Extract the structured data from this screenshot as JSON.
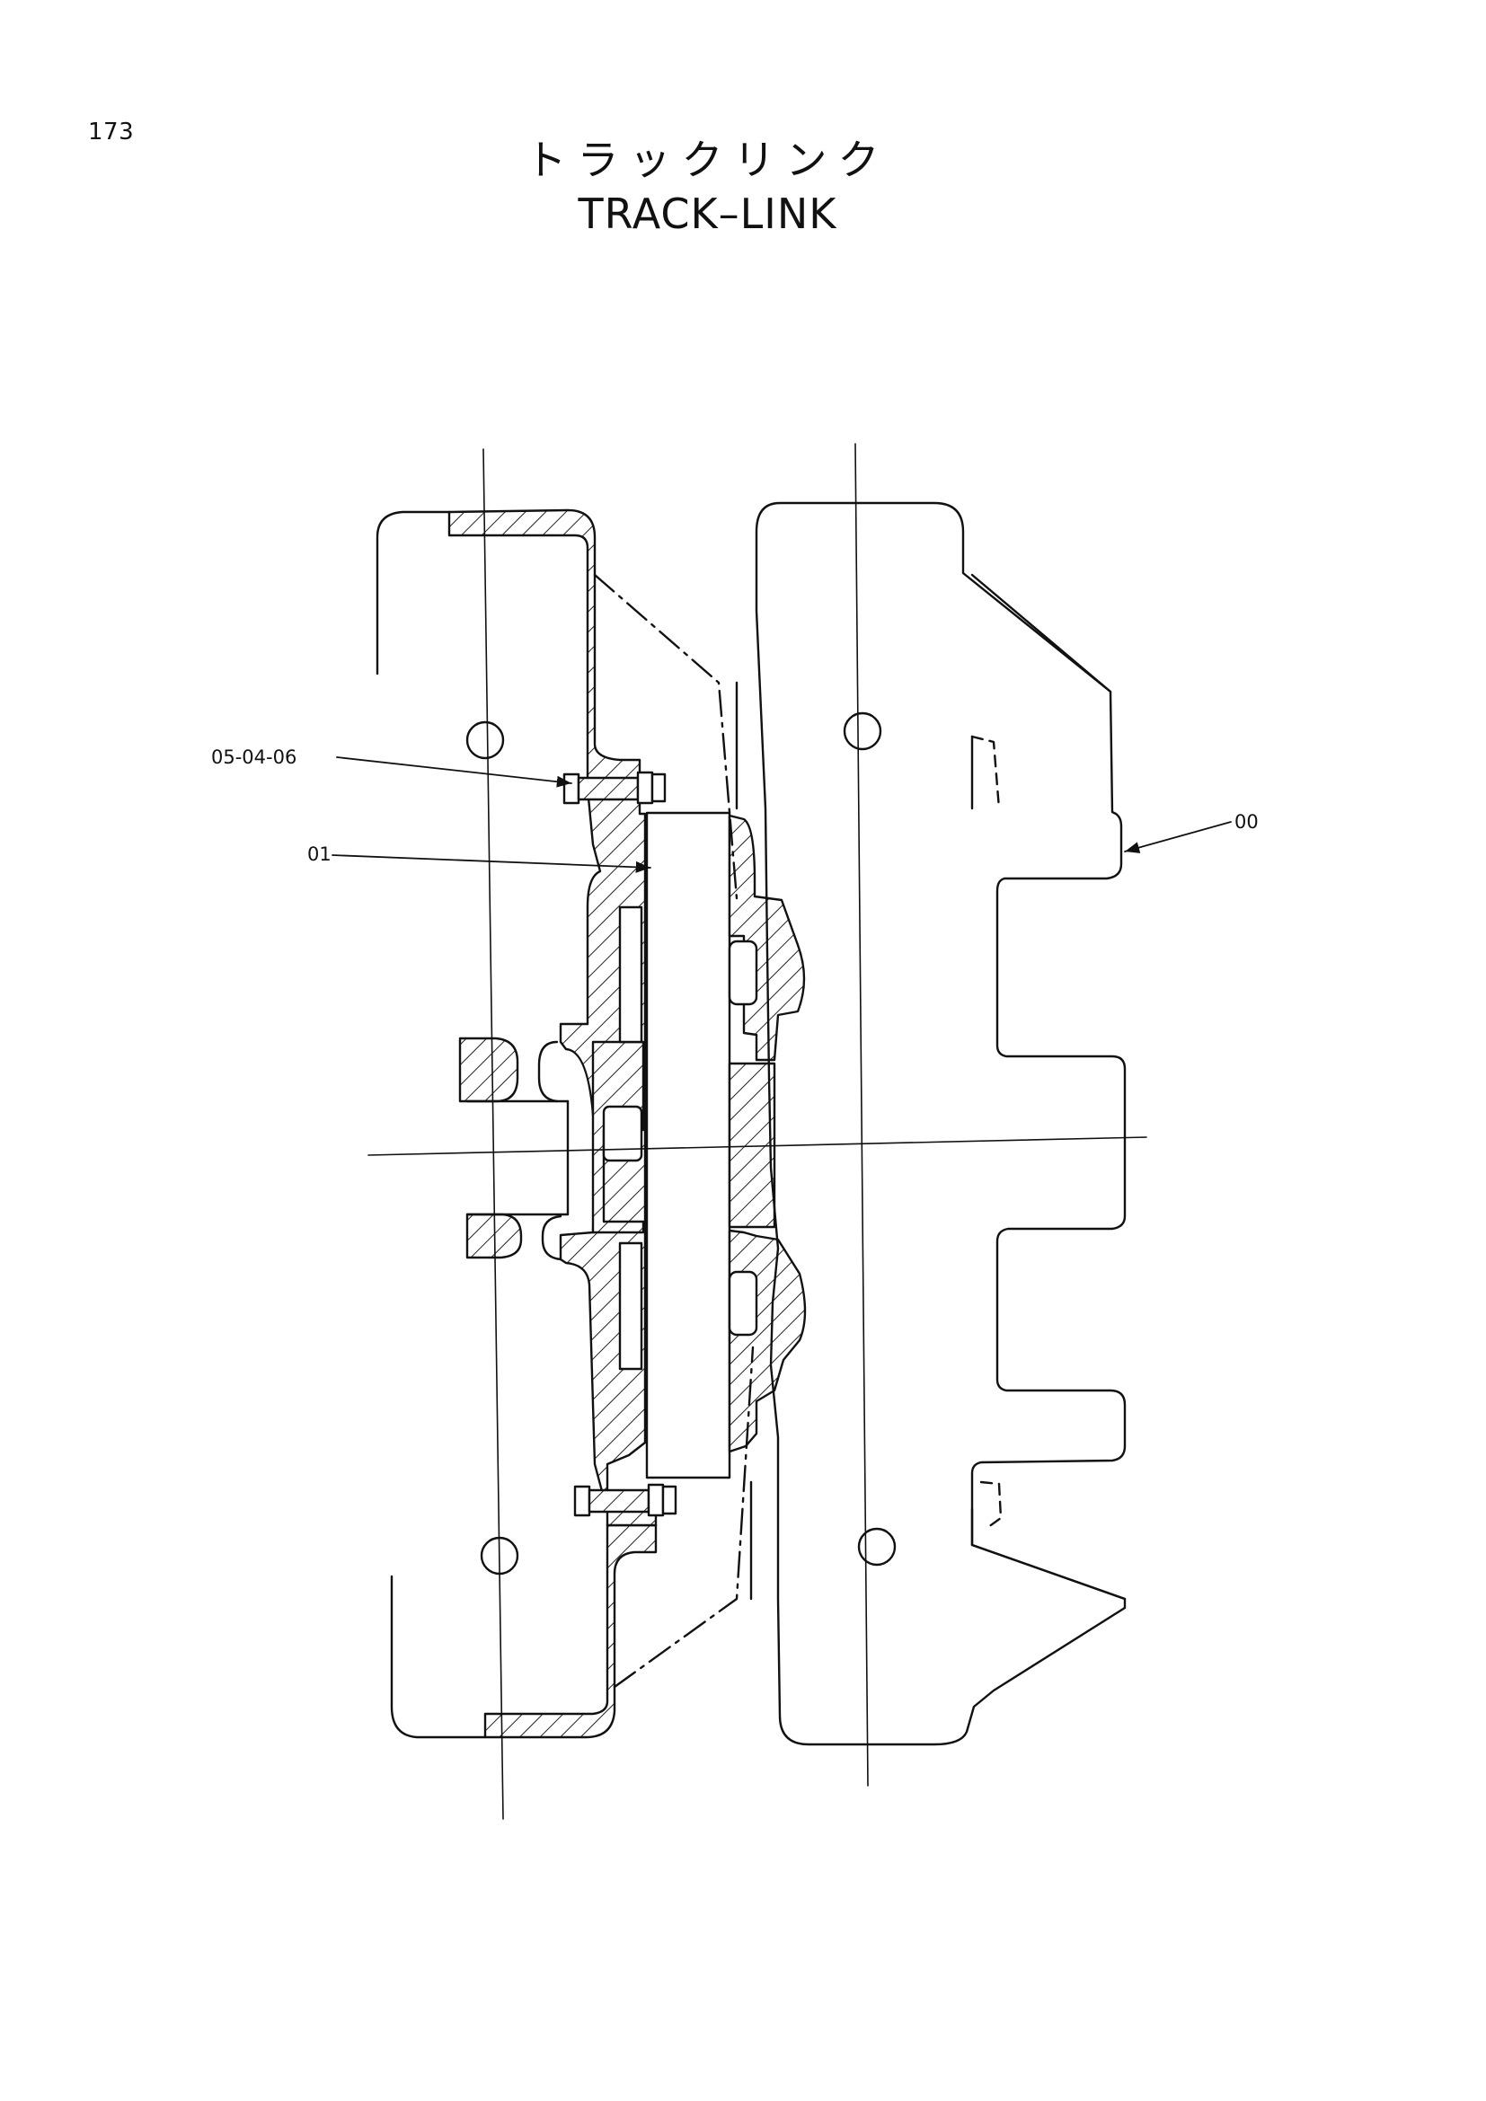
{
  "page_number": "173",
  "title": {
    "japanese": "トラックリンク",
    "english": "TRACK–LINK"
  },
  "callouts": {
    "bolt_set": "05-04-06",
    "pin": "01",
    "link_assembly": "00"
  }
}
